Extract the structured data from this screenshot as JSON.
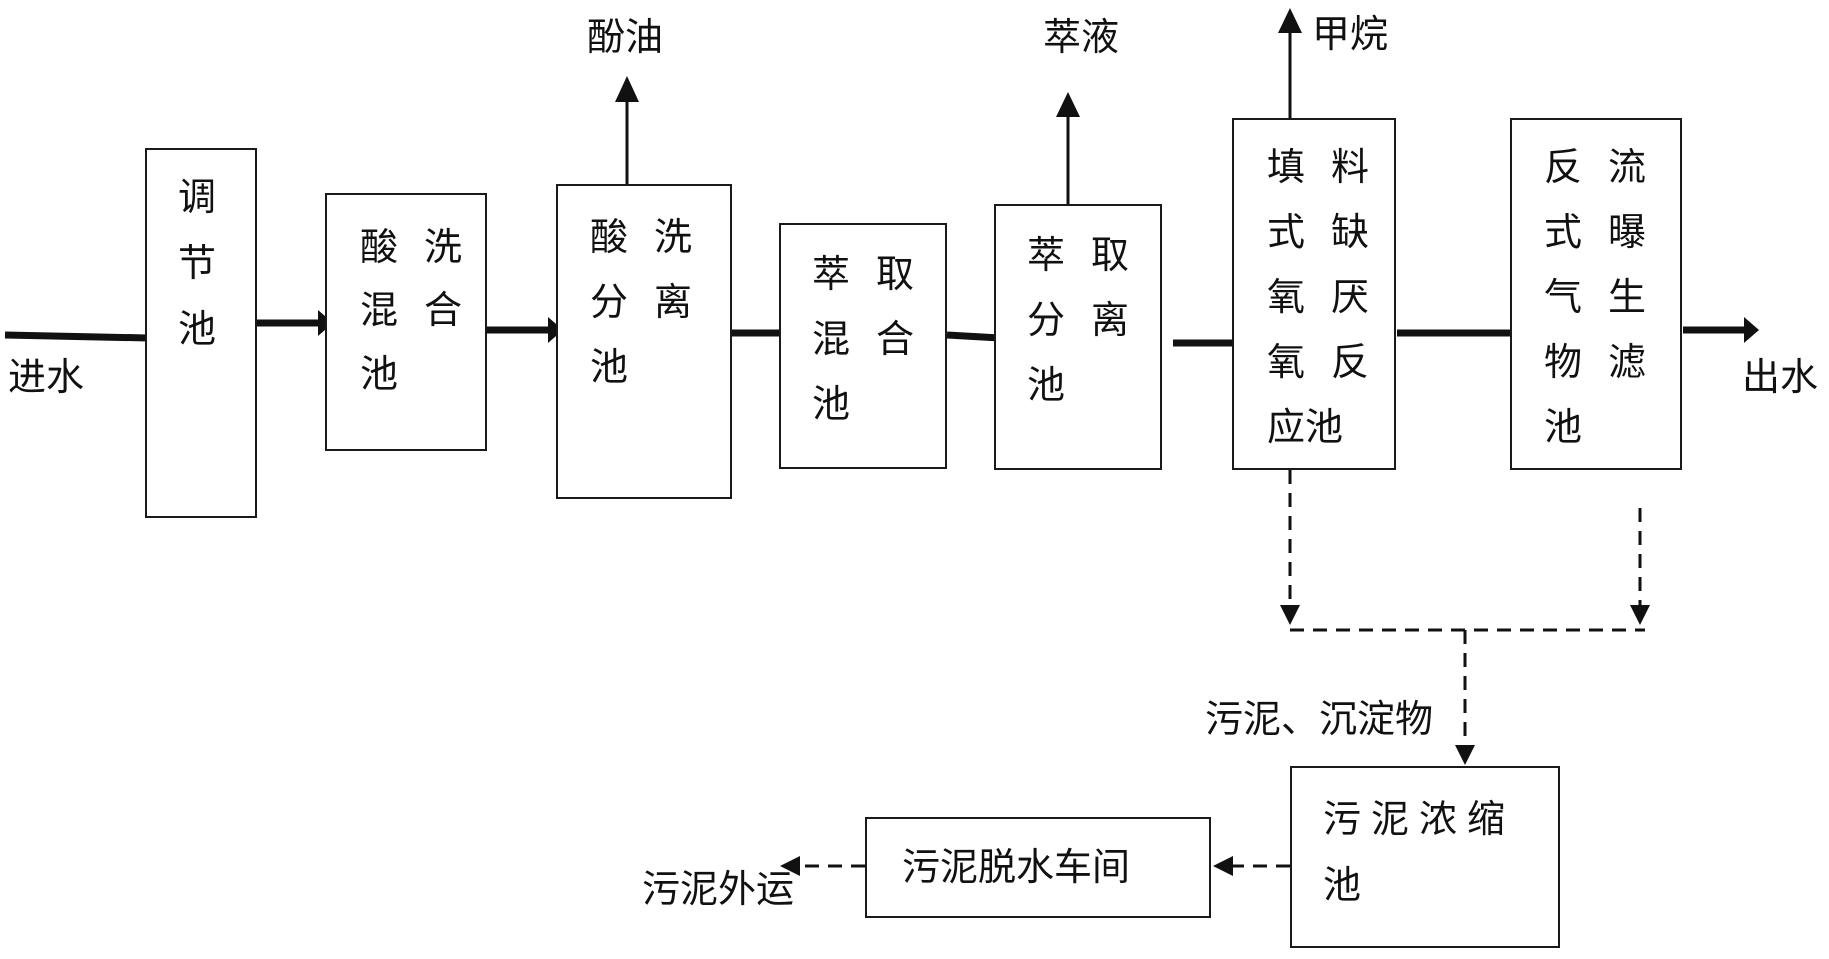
{
  "diagram": {
    "inlet_label": "进水",
    "outlet_label": "出水",
    "stages": {
      "regulating_tank": [
        "调",
        "节",
        "池"
      ],
      "acid_wash_mixing": [
        "酸洗",
        "混合",
        "池"
      ],
      "acid_wash_separation": [
        "酸洗",
        "分离",
        "池"
      ],
      "extraction_mixing": [
        "萃取",
        "混合",
        "池"
      ],
      "extraction_separation": [
        "萃取",
        "分离",
        "池"
      ],
      "anaerobic_reactor": [
        "填料",
        "式缺",
        "氧厌",
        "氧反",
        "应池"
      ],
      "biofilter": [
        "反流",
        "式曝",
        "气生",
        "物滤",
        "池"
      ],
      "sludge_thickener": [
        "污泥浓缩",
        "池"
      ],
      "sludge_dewatering": "污泥脱水车间"
    },
    "byproducts": {
      "phenol_oil": "酚油",
      "extract_liquid": "萃液",
      "methane": "甲烷"
    },
    "sludge_label": "污泥、沉淀物",
    "sludge_out_label": "污泥外运"
  },
  "colors": {
    "line": "#111111",
    "text": "#111111",
    "background": "#ffffff"
  }
}
